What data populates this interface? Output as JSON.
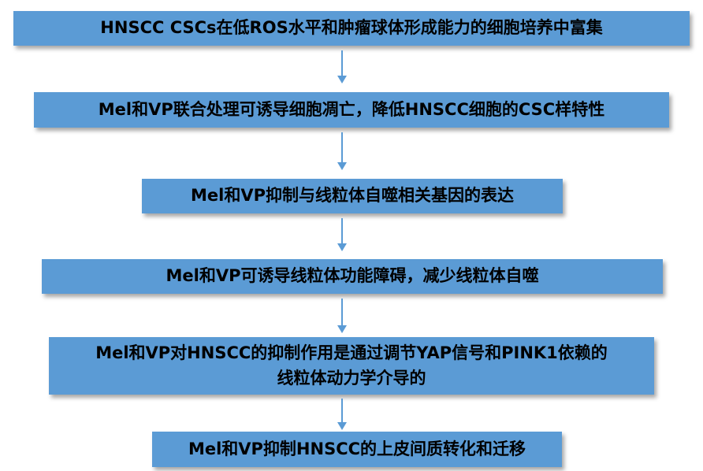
{
  "diagram": {
    "colors": {
      "box_fill": "#5b9bd5",
      "arrow": "#5b9bd5",
      "text": "#000000"
    },
    "steps": [
      {
        "text": "HNSCC CSCs在低ROS水平和肿瘤球体形成能力的细胞培养中富集"
      },
      {
        "text": "Mel和VP联合处理可诱导细胞凋亡，降低HNSCC细胞的CSC样特性"
      },
      {
        "text": "Mel和VP抑制与线粒体自噬相关基因的表达"
      },
      {
        "text": "Mel和VP可诱导线粒体功能障碍，减少线粒体自噬"
      },
      {
        "line1": "Mel和VP对HNSCC的抑制作用是通过调节YAP信号和PINK1依赖的",
        "line2": "线粒体动力学介导的"
      },
      {
        "text": "Mel和VP抑制HNSCC的上皮间质转化和迁移"
      }
    ]
  }
}
